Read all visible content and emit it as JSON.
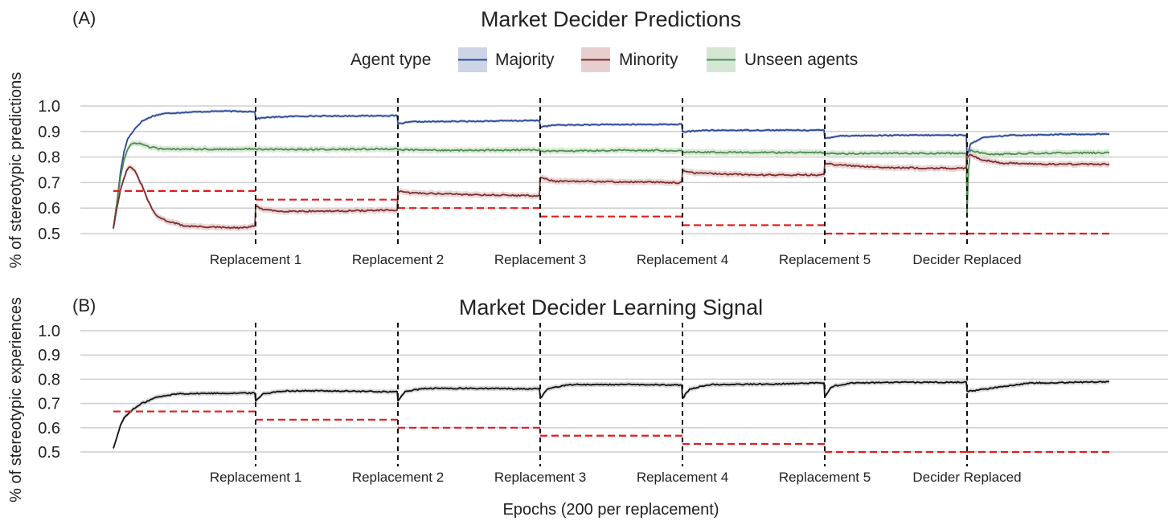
{
  "figure": {
    "ylabel_top": "% of stereotypic predictions",
    "ylabel_bottom": "% of stereotypic experiences",
    "xlabel": "Epochs (200 per replacement)"
  },
  "legend": {
    "title": "Agent type",
    "entries": [
      {
        "label": "Majority",
        "color": "#2b4a9a",
        "band": "#ccd4e6"
      },
      {
        "label": "Minority",
        "color": "#7b2e2e",
        "band": "#e8cfcf"
      },
      {
        "label": "Unseen agents",
        "color": "#4f8c4f",
        "band": "#d6e6d4"
      }
    ]
  },
  "chart_data": [
    {
      "panel": "(A)",
      "type": "line",
      "title": "Market Decider Predictions",
      "ylim": [
        0.5,
        1.0
      ],
      "yticks": [
        "1.0",
        "0.9",
        "0.8",
        "0.7",
        "0.6",
        "0.5"
      ],
      "xlim": [
        0,
        1400
      ],
      "x_tick_labels": [
        {
          "x": 200,
          "label": "Replacement 1"
        },
        {
          "x": 400,
          "label": "Replacement 2"
        },
        {
          "x": 600,
          "label": "Replacement 3"
        },
        {
          "x": 800,
          "label": "Replacement 4"
        },
        {
          "x": 1000,
          "label": "Replacement 5"
        },
        {
          "x": 1200,
          "label": "Decider Replaced"
        }
      ],
      "vlines": [
        200,
        400,
        600,
        800,
        1000,
        1200
      ],
      "grid": true,
      "series": [
        {
          "name": "Majority",
          "color": "#2b4a9a",
          "band": "#ccd4e6",
          "points": [
            [
              0,
              0.52
            ],
            [
              5,
              0.62
            ],
            [
              10,
              0.74
            ],
            [
              15,
              0.82
            ],
            [
              20,
              0.87
            ],
            [
              30,
              0.91
            ],
            [
              40,
              0.94
            ],
            [
              55,
              0.96
            ],
            [
              70,
              0.97
            ],
            [
              100,
              0.975
            ],
            [
              150,
              0.98
            ],
            [
              199,
              0.978
            ],
            [
              200,
              0.95
            ],
            [
              215,
              0.955
            ],
            [
              260,
              0.96
            ],
            [
              399,
              0.962
            ],
            [
              400,
              0.93
            ],
            [
              420,
              0.938
            ],
            [
              500,
              0.94
            ],
            [
              599,
              0.943
            ],
            [
              600,
              0.918
            ],
            [
              620,
              0.925
            ],
            [
              700,
              0.927
            ],
            [
              799,
              0.928
            ],
            [
              800,
              0.898
            ],
            [
              825,
              0.904
            ],
            [
              900,
              0.905
            ],
            [
              999,
              0.905
            ],
            [
              1000,
              0.873
            ],
            [
              1020,
              0.883
            ],
            [
              1100,
              0.885
            ],
            [
              1199,
              0.886
            ],
            [
              1200,
              0.8
            ],
            [
              1205,
              0.85
            ],
            [
              1220,
              0.875
            ],
            [
              1260,
              0.885
            ],
            [
              1320,
              0.888
            ],
            [
              1400,
              0.89
            ]
          ]
        },
        {
          "name": "Unseen agents",
          "color": "#4f8c4f",
          "band": "#d6e6d4",
          "points": [
            [
              0,
              0.52
            ],
            [
              5,
              0.62
            ],
            [
              10,
              0.72
            ],
            [
              15,
              0.79
            ],
            [
              20,
              0.83
            ],
            [
              25,
              0.85
            ],
            [
              35,
              0.855
            ],
            [
              50,
              0.84
            ],
            [
              70,
              0.83
            ],
            [
              100,
              0.832
            ],
            [
              150,
              0.83
            ],
            [
              199,
              0.832
            ],
            [
              200,
              0.83
            ],
            [
              260,
              0.83
            ],
            [
              320,
              0.83
            ],
            [
              399,
              0.832
            ],
            [
              400,
              0.828
            ],
            [
              500,
              0.826
            ],
            [
              599,
              0.828
            ],
            [
              600,
              0.822
            ],
            [
              700,
              0.826
            ],
            [
              799,
              0.826
            ],
            [
              800,
              0.82
            ],
            [
              900,
              0.818
            ],
            [
              999,
              0.817
            ],
            [
              1000,
              0.812
            ],
            [
              1100,
              0.815
            ],
            [
              1199,
              0.814
            ],
            [
              1200,
              0.58
            ],
            [
              1202,
              0.75
            ],
            [
              1205,
              0.83
            ],
            [
              1212,
              0.82
            ],
            [
              1230,
              0.81
            ],
            [
              1300,
              0.815
            ],
            [
              1400,
              0.817
            ]
          ]
        },
        {
          "name": "Minority",
          "color": "#7b2e2e",
          "band": "#e8cfcf",
          "points": [
            [
              0,
              0.52
            ],
            [
              5,
              0.6
            ],
            [
              10,
              0.67
            ],
            [
              15,
              0.72
            ],
            [
              20,
              0.755
            ],
            [
              25,
              0.762
            ],
            [
              30,
              0.745
            ],
            [
              40,
              0.69
            ],
            [
              50,
              0.62
            ],
            [
              60,
              0.57
            ],
            [
              75,
              0.55
            ],
            [
              100,
              0.53
            ],
            [
              150,
              0.524
            ],
            [
              180,
              0.522
            ],
            [
              199,
              0.53
            ],
            [
              200,
              0.608
            ],
            [
              210,
              0.595
            ],
            [
              230,
              0.588
            ],
            [
              300,
              0.588
            ],
            [
              399,
              0.592
            ],
            [
              400,
              0.665
            ],
            [
              415,
              0.66
            ],
            [
              500,
              0.653
            ],
            [
              599,
              0.648
            ],
            [
              600,
              0.72
            ],
            [
              620,
              0.705
            ],
            [
              700,
              0.703
            ],
            [
              799,
              0.7
            ],
            [
              800,
              0.745
            ],
            [
              820,
              0.737
            ],
            [
              900,
              0.73
            ],
            [
              999,
              0.73
            ],
            [
              1000,
              0.775
            ],
            [
              1020,
              0.768
            ],
            [
              1100,
              0.758
            ],
            [
              1199,
              0.755
            ],
            [
              1200,
              0.8
            ],
            [
              1205,
              0.81
            ],
            [
              1220,
              0.79
            ],
            [
              1250,
              0.776
            ],
            [
              1320,
              0.772
            ],
            [
              1400,
              0.772
            ]
          ]
        },
        {
          "name": "",
          "color": "#e41a1c",
          "dashed": true,
          "segments": [
            [
              0,
              200,
              0.667
            ],
            [
              200,
              400,
              0.633
            ],
            [
              400,
              600,
              0.6
            ],
            [
              600,
              800,
              0.567
            ],
            [
              800,
              1000,
              0.533
            ],
            [
              1000,
              1200,
              0.5
            ],
            [
              1200,
              1400,
              0.5
            ]
          ]
        }
      ]
    },
    {
      "panel": "(B)",
      "type": "line",
      "title": "Market Decider Learning Signal",
      "ylim": [
        0.5,
        1.0
      ],
      "yticks": [
        "1.0",
        "0.9",
        "0.8",
        "0.7",
        "0.6",
        "0.5"
      ],
      "xlim": [
        0,
        1400
      ],
      "x_tick_labels": [
        {
          "x": 200,
          "label": "Replacement 1"
        },
        {
          "x": 400,
          "label": "Replacement 2"
        },
        {
          "x": 600,
          "label": "Replacement 3"
        },
        {
          "x": 800,
          "label": "Replacement 4"
        },
        {
          "x": 1000,
          "label": "Replacement 5"
        },
        {
          "x": 1200,
          "label": "Decider Replaced"
        }
      ],
      "vlines": [
        200,
        400,
        600,
        800,
        1000,
        1200
      ],
      "grid": true,
      "series": [
        {
          "name": "",
          "color": "#111111",
          "band": "#d2d2d2",
          "points": [
            [
              0,
              0.515
            ],
            [
              5,
              0.56
            ],
            [
              10,
              0.61
            ],
            [
              15,
              0.64
            ],
            [
              25,
              0.67
            ],
            [
              40,
              0.7
            ],
            [
              60,
              0.725
            ],
            [
              90,
              0.74
            ],
            [
              140,
              0.742
            ],
            [
              199,
              0.743
            ],
            [
              200,
              0.71
            ],
            [
              210,
              0.74
            ],
            [
              240,
              0.752
            ],
            [
              300,
              0.752
            ],
            [
              399,
              0.748
            ],
            [
              400,
              0.71
            ],
            [
              410,
              0.75
            ],
            [
              440,
              0.762
            ],
            [
              520,
              0.762
            ],
            [
              599,
              0.76
            ],
            [
              600,
              0.72
            ],
            [
              610,
              0.76
            ],
            [
              640,
              0.778
            ],
            [
              720,
              0.778
            ],
            [
              799,
              0.776
            ],
            [
              800,
              0.72
            ],
            [
              810,
              0.76
            ],
            [
              840,
              0.778
            ],
            [
              920,
              0.78
            ],
            [
              999,
              0.785
            ],
            [
              1000,
              0.73
            ],
            [
              1010,
              0.77
            ],
            [
              1040,
              0.785
            ],
            [
              1120,
              0.787
            ],
            [
              1199,
              0.788
            ],
            [
              1200,
              0.75
            ],
            [
              1215,
              0.755
            ],
            [
              1250,
              0.77
            ],
            [
              1290,
              0.785
            ],
            [
              1350,
              0.787
            ],
            [
              1400,
              0.79
            ]
          ]
        },
        {
          "name": "",
          "color": "#e41a1c",
          "dashed": true,
          "segments": [
            [
              0,
              200,
              0.667
            ],
            [
              200,
              400,
              0.633
            ],
            [
              400,
              600,
              0.6
            ],
            [
              600,
              800,
              0.567
            ],
            [
              800,
              1000,
              0.533
            ],
            [
              1000,
              1200,
              0.5
            ],
            [
              1200,
              1400,
              0.5
            ]
          ]
        }
      ]
    }
  ]
}
